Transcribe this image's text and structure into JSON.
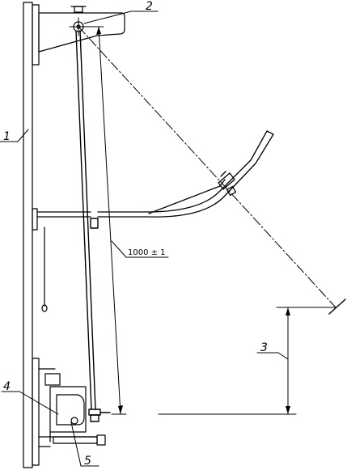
{
  "callouts": {
    "item_1": "1",
    "item_2": "2",
    "item_3": "3",
    "item_4": "4",
    "item_5": "5"
  },
  "dimensions": {
    "pendulum_length": "1000 ± 1"
  },
  "colors": {
    "line": "#000000",
    "background": "#ffffff"
  }
}
